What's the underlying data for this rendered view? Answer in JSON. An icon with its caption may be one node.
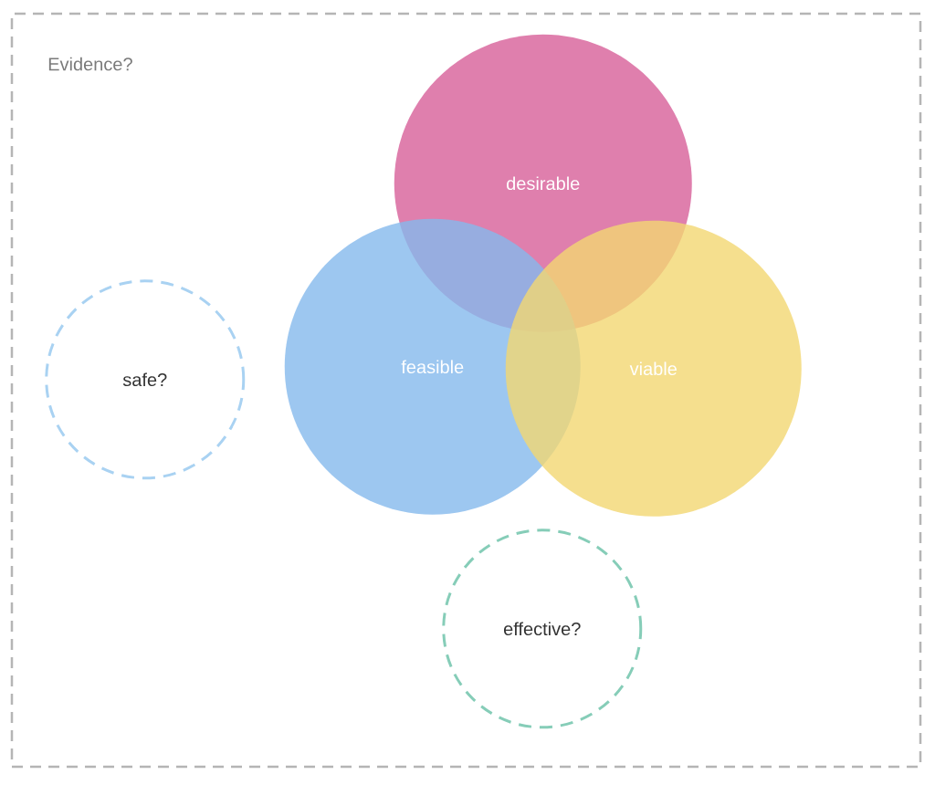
{
  "diagram": {
    "nodes": [
      {
        "text": [
          "Evidence?"
        ]
      },
      {
        "text": [
          "desirable"
        ],
        "in": 0
      },
      {
        "text": [
          "feasible"
        ],
        "in": 0
      },
      {
        "text": [
          "viable"
        ],
        "in": 0
      },
      {
        "text": [
          "safe?"
        ],
        "in": 0
      },
      {
        "text": [
          "effective?"
        ],
        "in": 0
      }
    ]
  }
}
